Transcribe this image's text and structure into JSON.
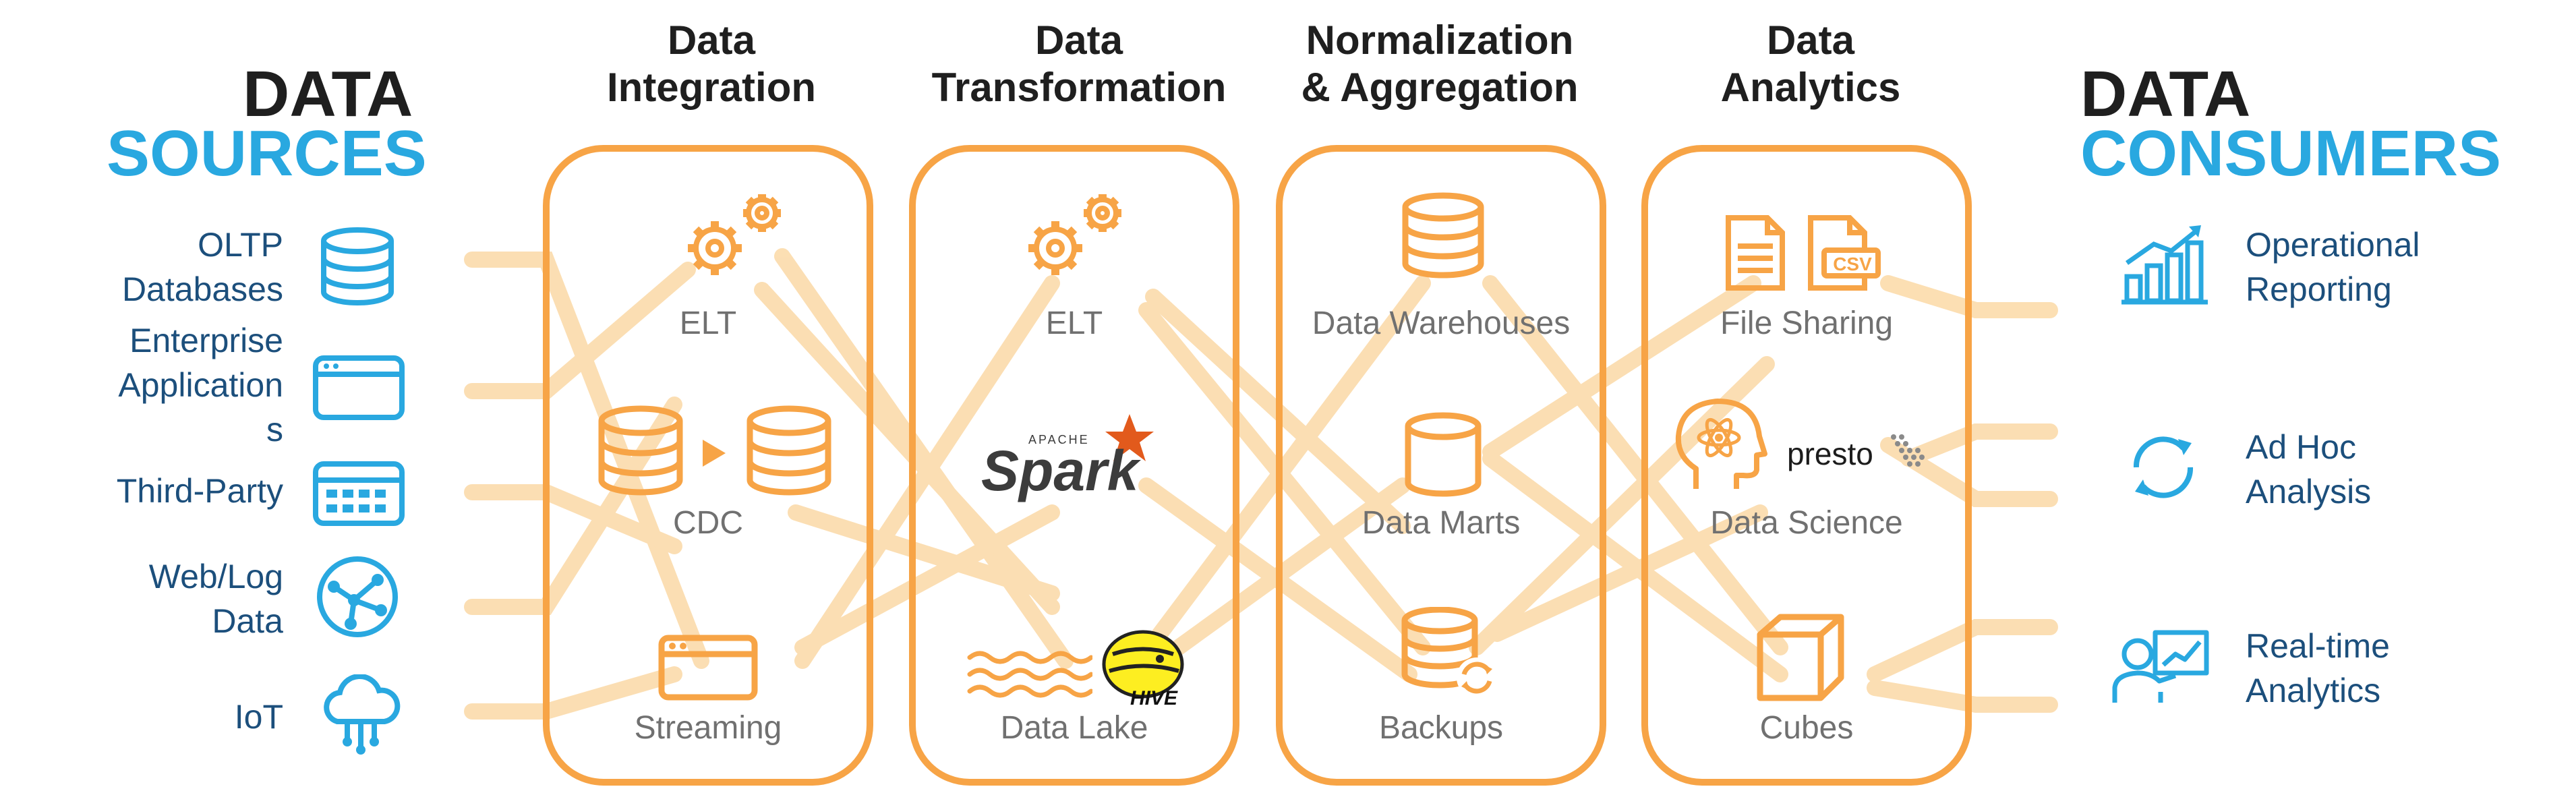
{
  "sources": {
    "title_line1": "DATA",
    "title_line2": "SOURCES",
    "items": [
      {
        "label_lines": [
          "OLTP",
          "Databases"
        ],
        "icon": "database-icon"
      },
      {
        "label_lines": [
          "Enterprise",
          "Application",
          "s"
        ],
        "icon": "browser-window-icon"
      },
      {
        "label_lines": [
          "Third-Party"
        ],
        "icon": "calendar-grid-icon"
      },
      {
        "label_lines": [
          "Web/Log",
          "Data"
        ],
        "icon": "network-globe-icon"
      },
      {
        "label_lines": [
          "IoT"
        ],
        "icon": "cloud-circuit-icon"
      }
    ]
  },
  "stages": [
    {
      "title_lines": [
        "Data",
        "Integration"
      ],
      "nodes": [
        {
          "label": "ELT",
          "icon": "gears-icon"
        },
        {
          "label": "CDC",
          "icon": "database-sync-icon"
        },
        {
          "label": "Streaming",
          "icon": "browser-window-icon"
        }
      ]
    },
    {
      "title_lines": [
        "Data",
        "Transformation"
      ],
      "nodes": [
        {
          "label": "ELT",
          "icon": "gears-icon"
        },
        {
          "label": "",
          "icon": "apache-spark-logo",
          "logo_small": "APACHE",
          "logo_text": "Spark"
        },
        {
          "label": "Data Lake",
          "icon": "waves-icon",
          "extra_logo": "hive-logo",
          "extra_logo_text": "HIVE"
        }
      ]
    },
    {
      "title_lines": [
        "Normalization",
        "& Aggregation"
      ],
      "nodes": [
        {
          "label": "Data Warehouses",
          "icon": "database-icon"
        },
        {
          "label": "Data Marts",
          "icon": "cylinder-icon"
        },
        {
          "label": "Backups",
          "icon": "database-refresh-icon"
        }
      ]
    },
    {
      "title_lines": [
        "Data",
        "Analytics"
      ],
      "nodes": [
        {
          "label": "File Sharing",
          "icon": "documents-icon",
          "badge": "CSV"
        },
        {
          "label": "Data Science",
          "icon": "head-atom-icon",
          "extra_logo": "presto-logo",
          "extra_logo_text": "presto"
        },
        {
          "label": "Cubes",
          "icon": "cube-icon"
        }
      ]
    }
  ],
  "consumers": {
    "title_line1": "DATA",
    "title_line2": "CONSUMERS",
    "items": [
      {
        "label_lines": [
          "Operational",
          "Reporting"
        ],
        "icon": "bar-chart-icon"
      },
      {
        "label_lines": [
          "Ad Hoc",
          "Analysis"
        ],
        "icon": "refresh-icon"
      },
      {
        "label_lines": [
          "Real-time",
          "Analytics"
        ],
        "icon": "presenter-icon"
      }
    ]
  },
  "colors": {
    "accent_orange": "#f7a446",
    "flow_orange": "#fbd9a6",
    "blue_light": "#29a8e0",
    "blue_dark": "#1c4f7c",
    "title_dark": "#1f1f1f",
    "node_gray": "#707070"
  }
}
